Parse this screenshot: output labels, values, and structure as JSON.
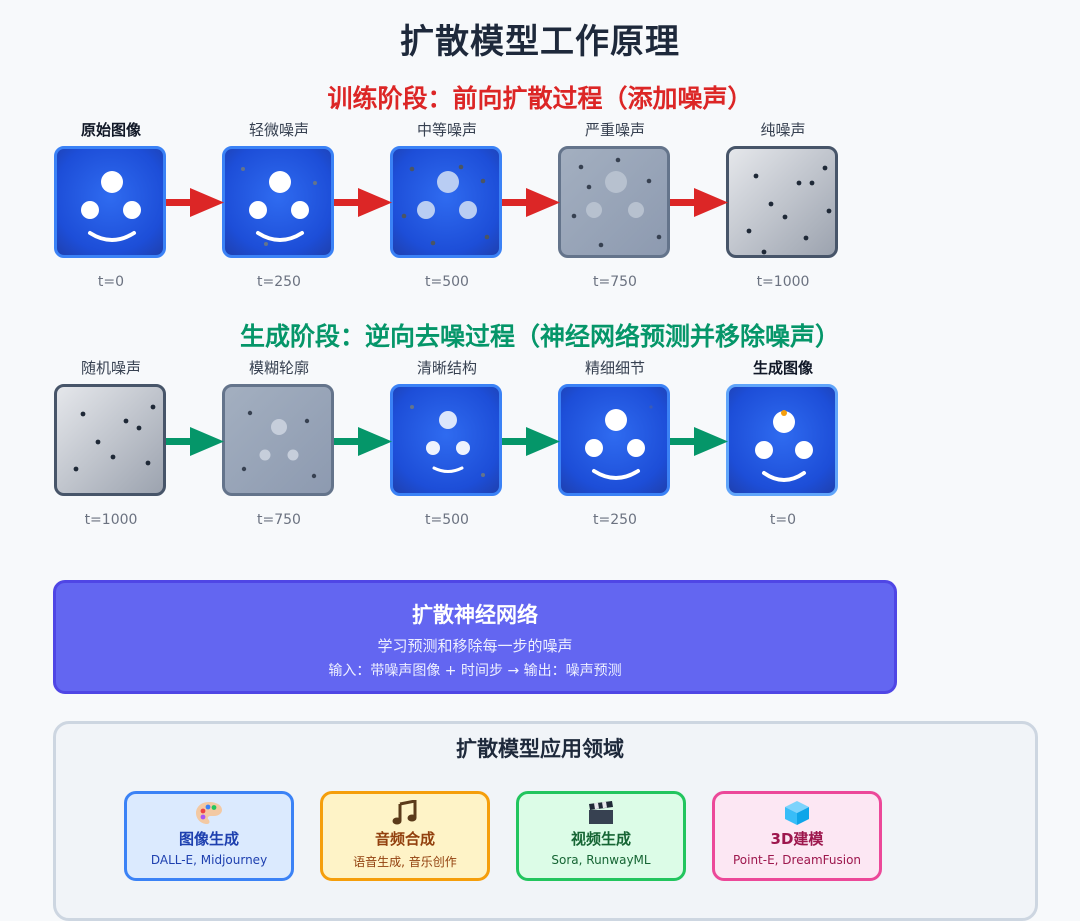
{
  "title": "扩散模型工作原理",
  "training": {
    "title": "训练阶段：前向扩散过程（添加噪声）",
    "arrow_label": "",
    "steps": [
      {
        "label": "原始图像",
        "time": "t=0"
      },
      {
        "label": "轻微噪声",
        "time": "t=250"
      },
      {
        "label": "中等噪声",
        "time": "t=500"
      },
      {
        "label": "严重噪声",
        "time": "t=750"
      },
      {
        "label": "纯噪声",
        "time": "t=1000"
      }
    ]
  },
  "generation": {
    "title": "生成阶段：逆向去噪过程（神经网络预测并移除噪声）",
    "arrow_label": "",
    "steps": [
      {
        "label": "随机噪声",
        "time": "t=1000"
      },
      {
        "label": "模糊轮廓",
        "time": "t=750"
      },
      {
        "label": "清晰结构",
        "time": "t=500"
      },
      {
        "label": "精细细节",
        "time": "t=250"
      },
      {
        "label": "生成图像",
        "time": "t=0"
      }
    ]
  },
  "network": {
    "title": "扩散神经网络",
    "subtitle": "学习预测和移除每一步的噪声",
    "io": "输入：带噪声图像 + 时间步 → 输出：噪声预测"
  },
  "applications": {
    "title": "扩散模型应用领域",
    "items": [
      {
        "icon": "palette-icon",
        "name": "图像生成",
        "desc": "DALL-E, Midjourney"
      },
      {
        "icon": "music-note-icon",
        "name": "音频合成",
        "desc": "语音生成, 音乐创作"
      },
      {
        "icon": "clapperboard-icon",
        "name": "视频生成",
        "desc": "Sora, RunwayML"
      },
      {
        "icon": "cube-icon",
        "name": "3D建模",
        "desc": "Point-E, DreamFusion"
      }
    ]
  },
  "colors": {
    "forward": "#dc2626",
    "reverse": "#059669",
    "tile_blue": "#1d4ed8",
    "network": "#6366f1"
  }
}
